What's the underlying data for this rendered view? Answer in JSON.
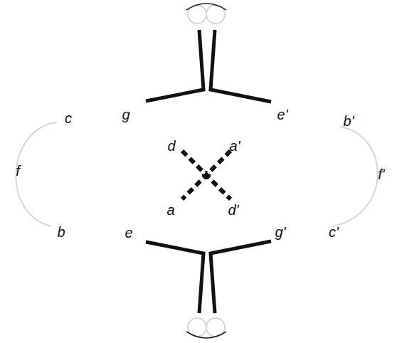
{
  "diagram": {
    "labels": [
      "c",
      "g",
      "e'",
      "b'",
      "d",
      "a'",
      "f",
      "f'",
      "a",
      "d'",
      "b",
      "e",
      "g'",
      "c'"
    ]
  }
}
